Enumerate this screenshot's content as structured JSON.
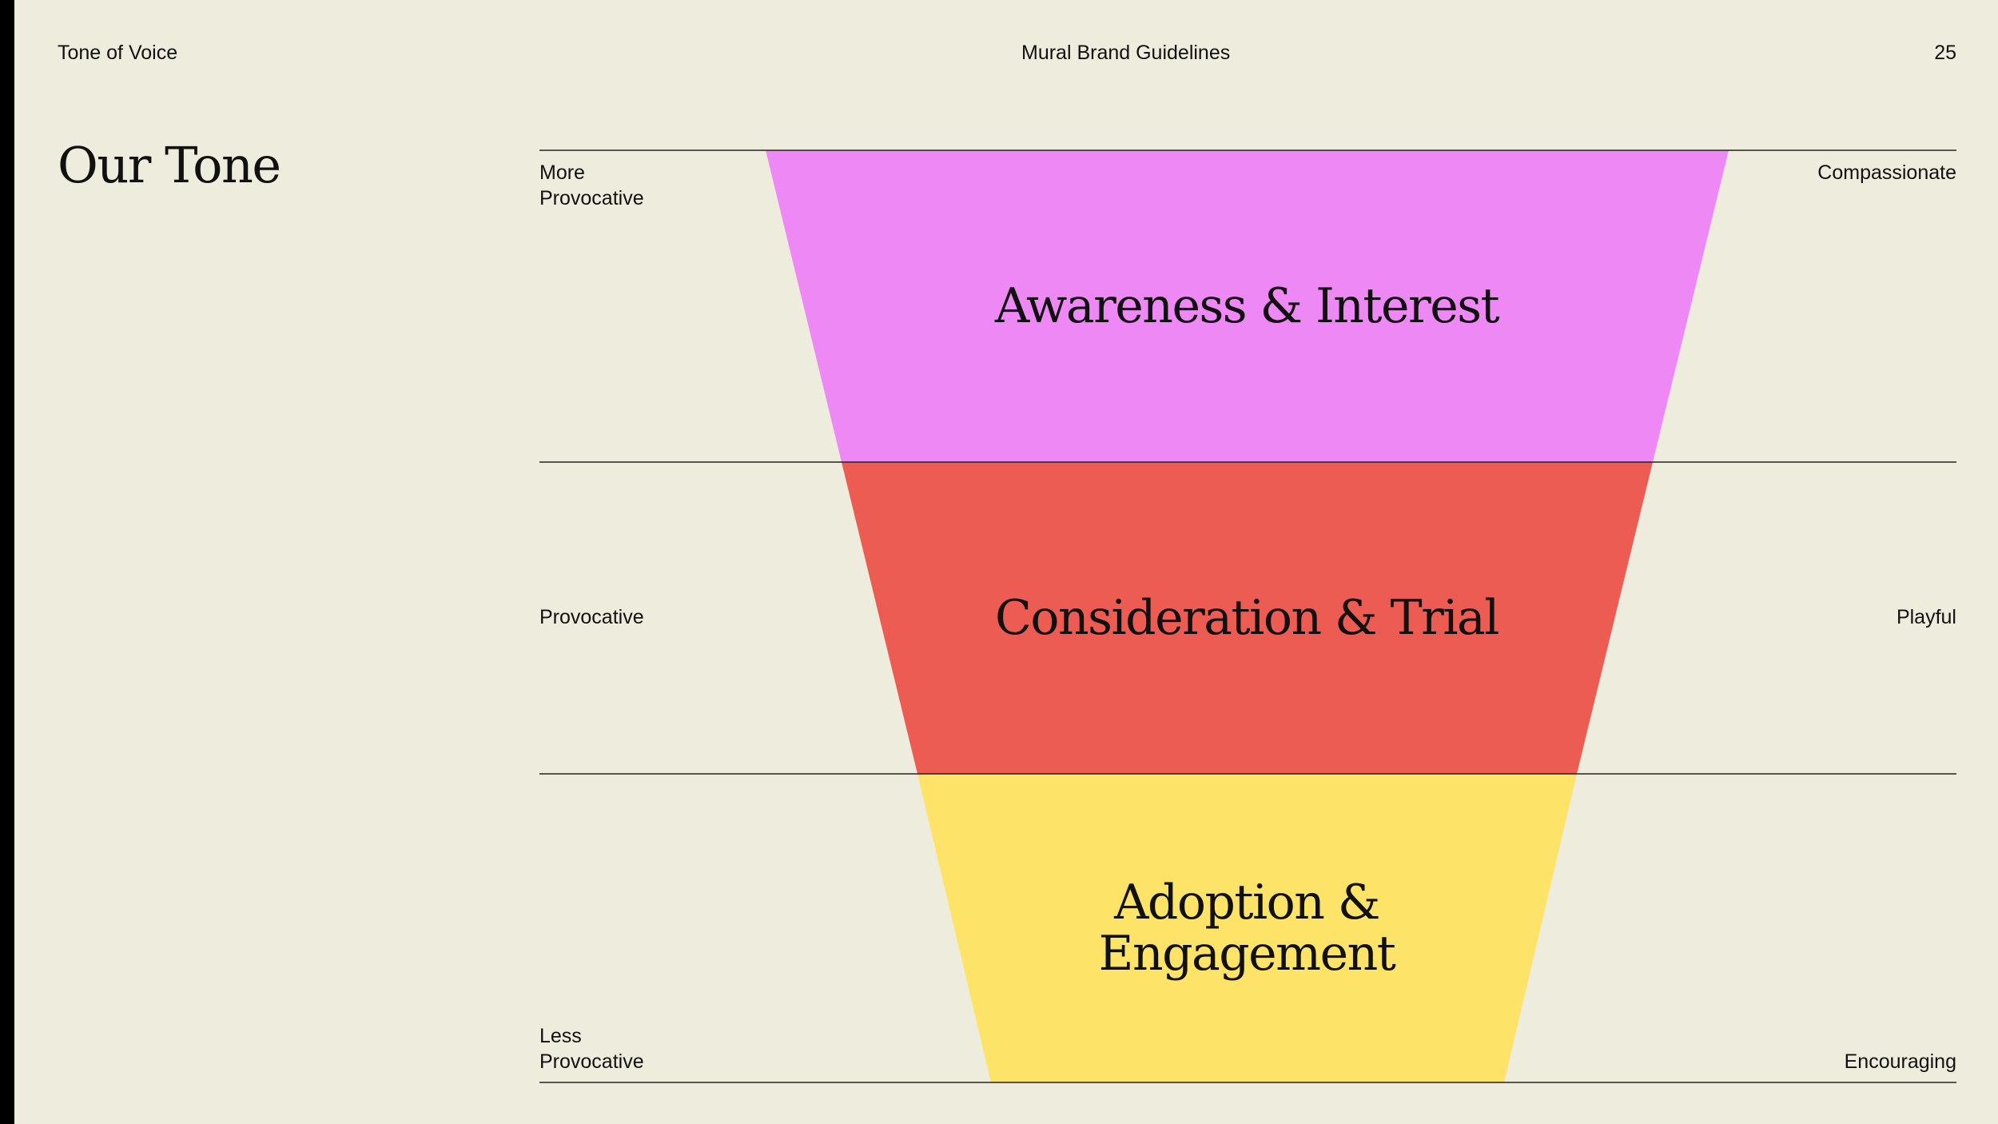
{
  "header": {
    "section": "Tone of Voice",
    "document": "Mural Brand Guidelines",
    "page_number": "25"
  },
  "title": "Our Tone",
  "stages": [
    {
      "label_lines": [
        "Awareness & Interest"
      ],
      "color": "#ee88f4"
    },
    {
      "label_lines": [
        "Consideration & Trial"
      ],
      "color": "#ec5c53"
    },
    {
      "label_lines": [
        "Adoption &",
        "Engagement"
      ],
      "color": "#fde368"
    }
  ],
  "left_labels": [
    {
      "lines": [
        "More",
        "Provocative"
      ]
    },
    {
      "lines": [
        "Provocative"
      ]
    },
    {
      "lines": [
        "Less",
        "Provocative"
      ]
    }
  ],
  "right_labels": [
    {
      "lines": [
        "Compassionate"
      ]
    },
    {
      "lines": [
        "Playful"
      ]
    },
    {
      "lines": [
        "Encouraging"
      ]
    }
  ]
}
